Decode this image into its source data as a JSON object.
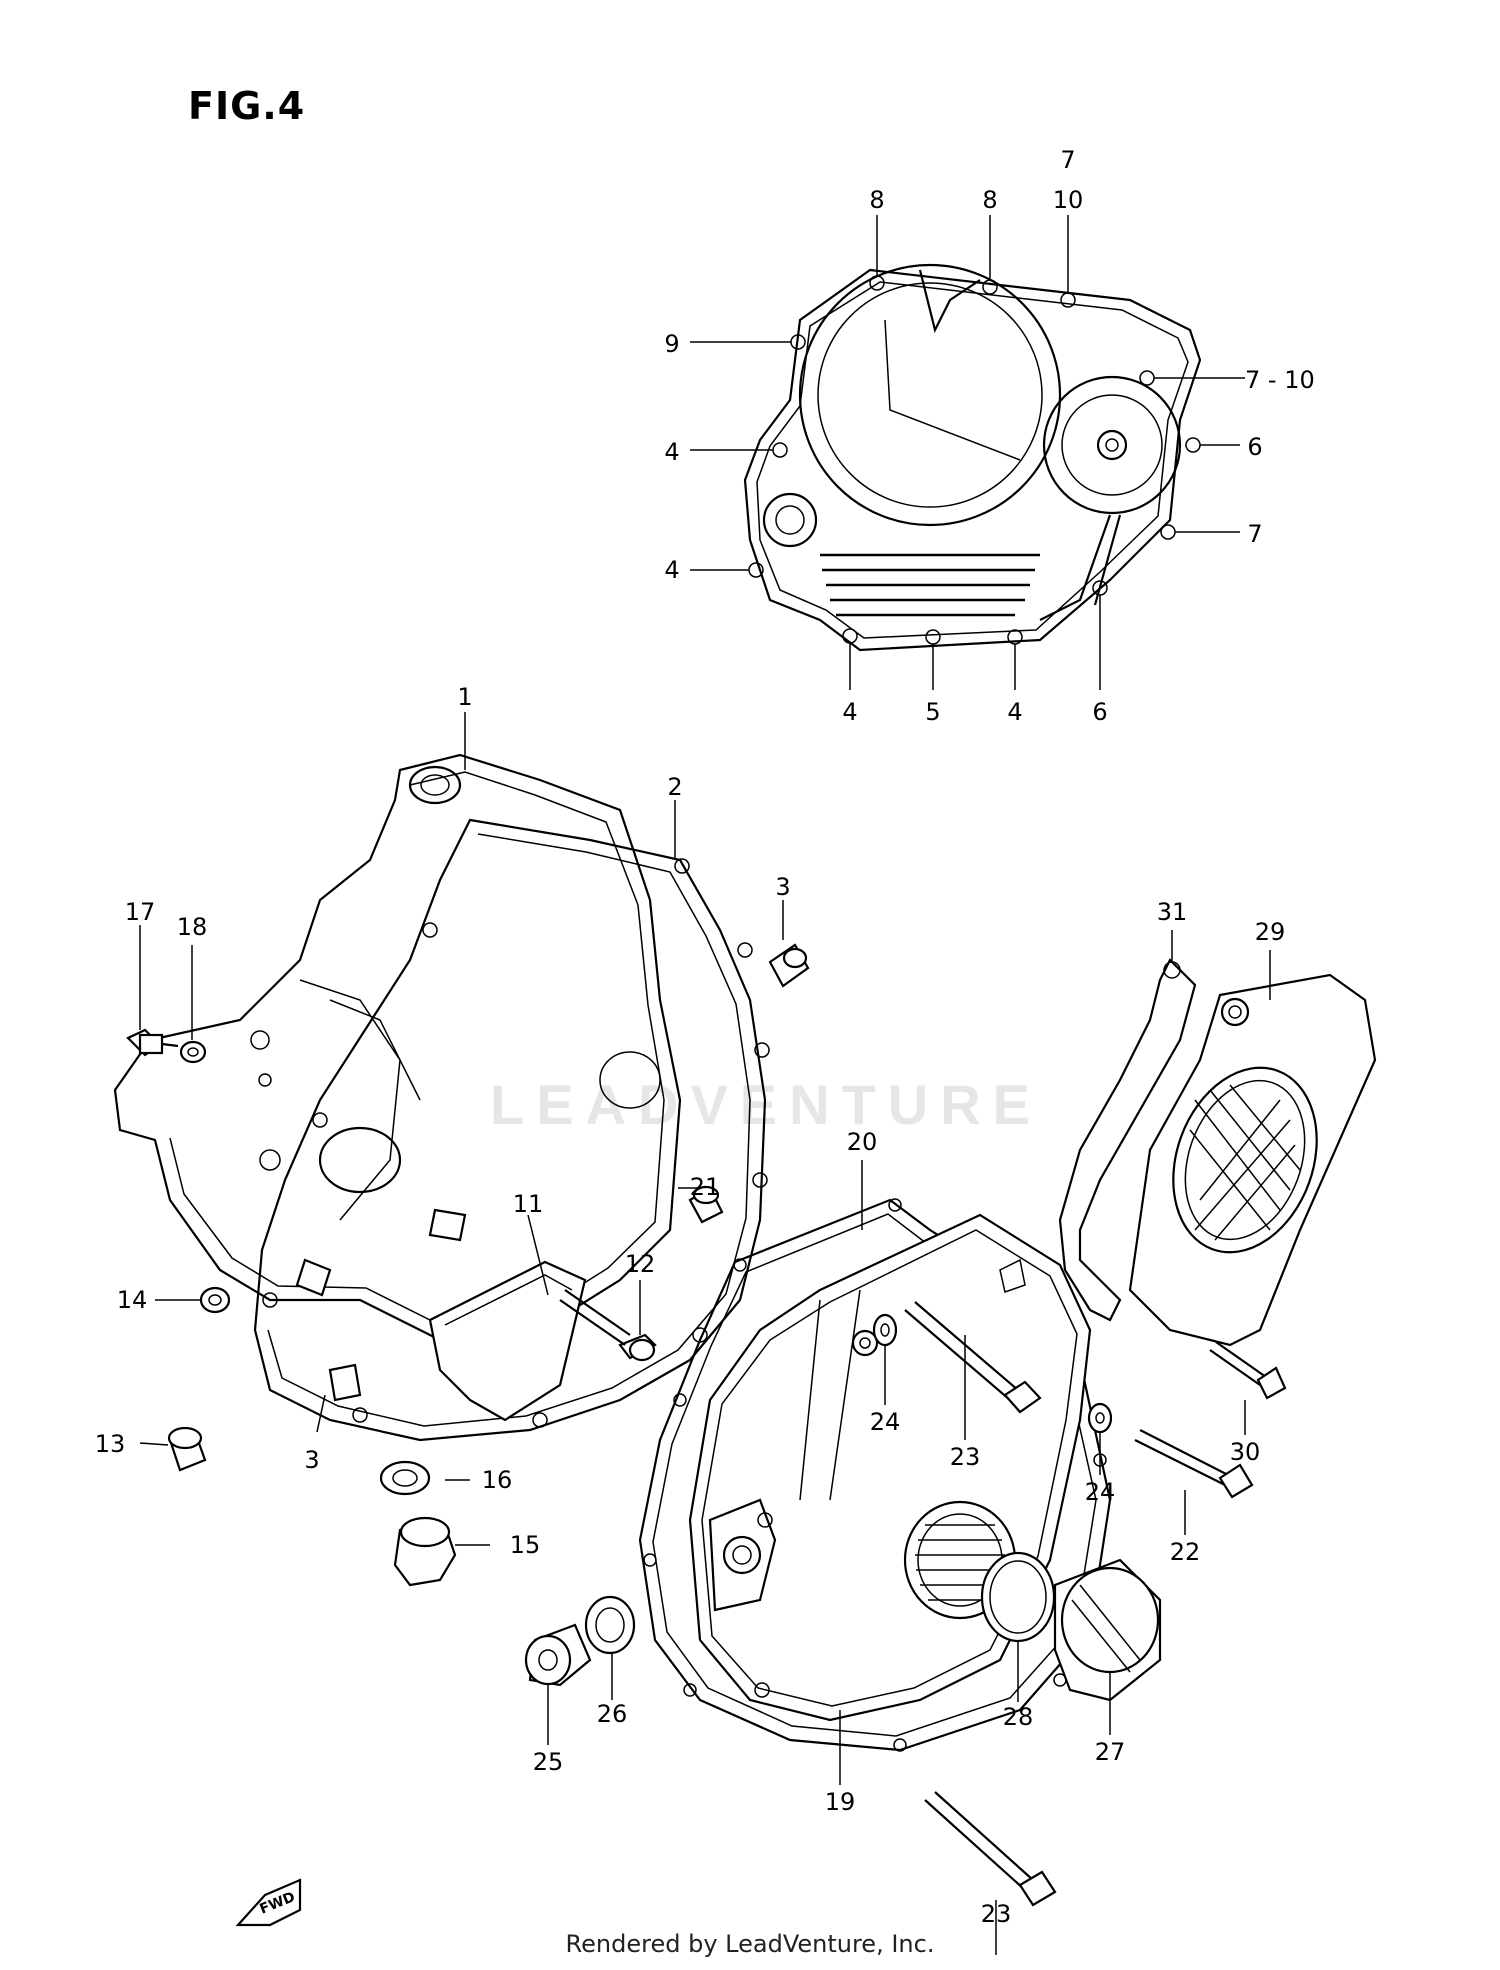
{
  "figure": {
    "title": "FIG.4"
  },
  "watermark": {
    "text": "LEADVENTURE"
  },
  "footer": {
    "text": "Rendered by LeadVenture, Inc."
  },
  "fwd_badge": {
    "text": "FWD"
  },
  "callouts": [
    {
      "id": "c1",
      "text": "1"
    },
    {
      "id": "c2",
      "text": "2"
    },
    {
      "id": "c3a",
      "text": "3"
    },
    {
      "id": "c3b",
      "text": "3"
    },
    {
      "id": "c4a",
      "text": "4"
    },
    {
      "id": "c4b",
      "text": "4"
    },
    {
      "id": "c4c",
      "text": "4"
    },
    {
      "id": "c4d",
      "text": "4"
    },
    {
      "id": "c5",
      "text": "5"
    },
    {
      "id": "c6a",
      "text": "6"
    },
    {
      "id": "c6b",
      "text": "6"
    },
    {
      "id": "c7a",
      "text": "7"
    },
    {
      "id": "c7b",
      "text": "7"
    },
    {
      "id": "c710",
      "text": "7 - 10"
    },
    {
      "id": "c8a",
      "text": "8"
    },
    {
      "id": "c8b",
      "text": "8"
    },
    {
      "id": "c9",
      "text": "9"
    },
    {
      "id": "c10",
      "text": "10"
    },
    {
      "id": "c11",
      "text": "11"
    },
    {
      "id": "c12",
      "text": "12"
    },
    {
      "id": "c13",
      "text": "13"
    },
    {
      "id": "c14",
      "text": "14"
    },
    {
      "id": "c15",
      "text": "15"
    },
    {
      "id": "c16",
      "text": "16"
    },
    {
      "id": "c17",
      "text": "17"
    },
    {
      "id": "c18",
      "text": "18"
    },
    {
      "id": "c19",
      "text": "19"
    },
    {
      "id": "c20",
      "text": "20"
    },
    {
      "id": "c21",
      "text": "21"
    },
    {
      "id": "c22",
      "text": "22"
    },
    {
      "id": "c23a",
      "text": "23"
    },
    {
      "id": "c23b",
      "text": "23"
    },
    {
      "id": "c24a",
      "text": "24"
    },
    {
      "id": "c24b",
      "text": "24"
    },
    {
      "id": "c25",
      "text": "25"
    },
    {
      "id": "c26",
      "text": "26"
    },
    {
      "id": "c27",
      "text": "27"
    },
    {
      "id": "c28",
      "text": "28"
    },
    {
      "id": "c29",
      "text": "29"
    },
    {
      "id": "c30",
      "text": "30"
    },
    {
      "id": "c31",
      "text": "31"
    }
  ]
}
